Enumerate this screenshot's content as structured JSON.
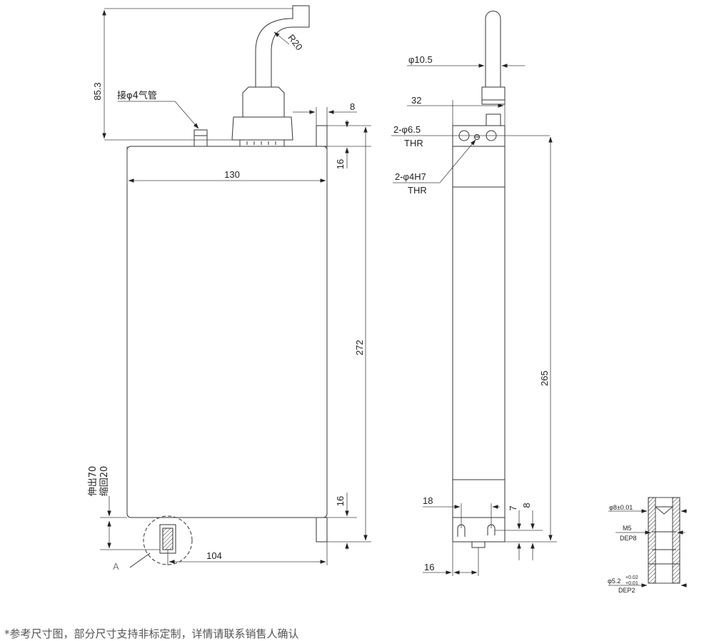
{
  "front_view": {
    "dim_height_top": "85.3",
    "dim_bend_radius": "R20",
    "label_air_fitting": "接φ4气管",
    "dim_side_tab": "8",
    "dim_top_offset": "16",
    "dim_body_width": "130",
    "dim_body_height": "272",
    "dim_bottom_offset": "16",
    "dim_bottom_width": "104",
    "label_extend": "伸出70",
    "label_retract": "缩回20",
    "label_detail": "A"
  },
  "side_view": {
    "dim_rod_diameter": "φ10.5",
    "dim_top_width": "32",
    "label_hole_thr_count": "2-φ6.5",
    "label_hole_thr_type": "THR",
    "label_pin_count": "2-φ4H7",
    "label_pin_type": "THR",
    "dim_body_height": "265",
    "dim_bottom_spacing": "18",
    "dim_bottom_7": "7",
    "dim_bottom_8": "8",
    "dim_bottom_16": "16"
  },
  "detail_view": {
    "dim_outer": "φ8±0.01",
    "dim_thread": "M5",
    "dim_thread_depth": "DEP8",
    "dim_pin": "φ5.2",
    "dim_pin_tol_upper": "+0.02",
    "dim_pin_tol_lower": "+0.01",
    "dim_pin_depth": "DEP2"
  },
  "footer": {
    "note": "*参考尺寸图，部分尺寸支持非标定制，详情请联系销售人确认"
  }
}
